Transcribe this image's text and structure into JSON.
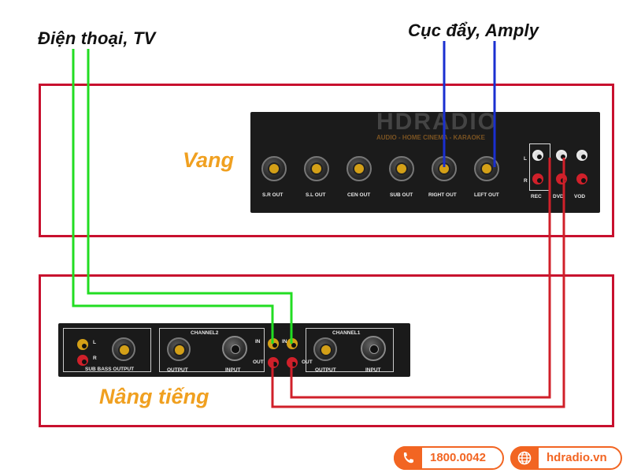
{
  "labels": {
    "phone_tv": "Điện thoại, TV",
    "amp": "Cục đẩy, Amply",
    "vang": "Vang",
    "nang_tieng": "Nâng tiếng"
  },
  "vang_panel": {
    "watermark": "HDRADIO",
    "watermark_sub": "AUDIO - HOME CINEMA - KARAOKE",
    "outputs": [
      "S.R OUT",
      "S.L OUT",
      "CEN OUT",
      "SUB OUT",
      "RIGHT OUT",
      "LEFT OUT"
    ],
    "rca_groups": [
      "REC",
      "DVD",
      "VOD"
    ],
    "channel_l": "L",
    "channel_r": "R"
  },
  "nang_panel": {
    "sub_bass_label": "SUB BASS OUTPUT",
    "channel2": "CHANNEL2",
    "channel1": "CHANNEL1",
    "output": "OUTPUT",
    "input": "INPUT",
    "in": "IN",
    "out": "OUT",
    "l": "L",
    "r": "R"
  },
  "footer": {
    "phone": "1800.0042",
    "website": "hdradio.vn",
    "phone_icon": "phone-icon",
    "globe_icon": "globe-icon"
  },
  "colors": {
    "frame": "#c8102e",
    "green_wire": "#22dd22",
    "blue_wire": "#1a2fd0",
    "red_wire": "#d0202a",
    "orange": "#f0a020",
    "brand": "#f26522"
  }
}
